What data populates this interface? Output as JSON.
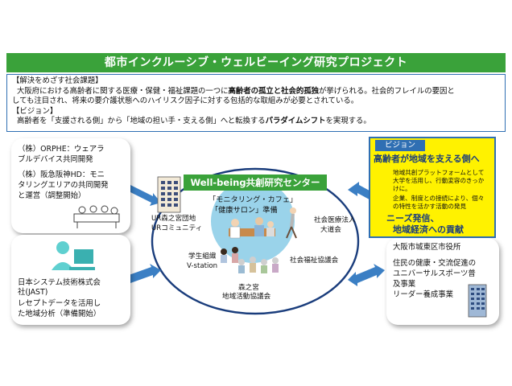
{
  "title": "都市インクルーシブ・ウェルビーイング研究プロジェクト",
  "issue": {
    "heading": "【解決をめざす社会課題】",
    "line1_a": "大阪府における高齢者に関する医療・保健・福祉課題の一つに",
    "line1_b": "高齢者の孤立と社会的孤独",
    "line1_c": "が挙げられる。社会的フレイルの要因と",
    "line2": "しても注目され、将来の要介護状態へのハイリスク因子に対する包括的な取組みが必要とされている。",
    "vision_heading": "【ビジョン】",
    "line3_a": "高齢者を「支援される側」から「地域の担い手・支える側」へと転換する",
    "line3_b": "パラダイムシフト",
    "line3_c": "を実現する。"
  },
  "orphe_card": {
    "line1": "（株）ORPHE：ウェアラ",
    "line2": "ブルデバイス共同開発",
    "line3": "（株）阪急阪神HD：モニ",
    "line4": "タリングエリアの共同開発",
    "line5": "と運営（調整開始）"
  },
  "jast_card": {
    "line1": "日本システム技術株式会",
    "line2": "社(JAST)",
    "line3": "レセプトデータを活用し",
    "line4": "た地域分析（準備開始）"
  },
  "center": {
    "label": "Well-being共創研究センター",
    "monitoring": "「モニタリング・カフェ」",
    "salon": "「健康サロン」準備",
    "left_label_1": "UR森之宮団地",
    "left_label_2": "URコミュニティ",
    "right_label_1": "社会医療法人",
    "right_label_2": "大道会",
    "student_1": "学生組織",
    "student_2": "V-station",
    "welfare": "社会福祉協議会",
    "morinomiya_1": "森之宮",
    "morinomiya_2": "地域活動協議会"
  },
  "vision": {
    "tag": "ビジョン",
    "headline": "高齢者が地域を支える側へ",
    "body1": "地域共創プラットフォームとして",
    "body2": "大学を活用し、行動変容のきっか",
    "body3": "けに。",
    "body4": "企業、制度との接続により、個々",
    "body5": "の特性を活かす活動の発見",
    "footer1": "ニーズ発信、",
    "footer2": "地域経済への貢献"
  },
  "ward_card": {
    "title": "大阪市城東区市役所",
    "line1": "住民の健康・交流促進の",
    "line2": "ユニバーサルスポーツ普",
    "line3": "及事業",
    "line4": "リーダー養成事業"
  },
  "colors": {
    "green": "#3aa23a",
    "blue": "#2f6fb3",
    "yellow": "#fff200",
    "navy": "#1a3d7c",
    "arrow": "#3b7fc4",
    "circle": "#9ad3ea"
  }
}
